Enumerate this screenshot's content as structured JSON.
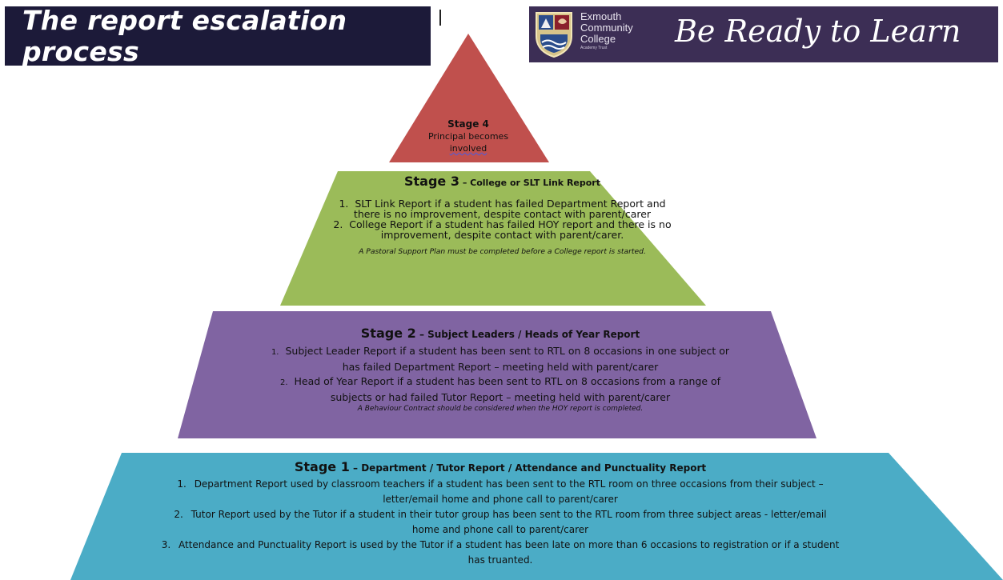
{
  "header": {
    "title": "The report escalation process",
    "school_lines": [
      "Exmouth",
      "Community",
      "College"
    ],
    "school_trust": "Academy Trust",
    "slogan": "Be Ready to Learn"
  },
  "colors": {
    "title_bg": "#1c1a39",
    "banner_bg": "#3c2e55",
    "stage4": "#c0504d",
    "stage3": "#9bbb59",
    "stage2": "#8064a2",
    "stage1": "#4bacc6"
  },
  "stage4": {
    "heading": "Stage 4",
    "line1": "Principal becomes",
    "line2": "involved"
  },
  "stage3": {
    "heading": "Stage 3",
    "subheading": " – College or SLT Link Report",
    "items": [
      {
        "num": "1.",
        "text": "SLT Link Report if a student has failed Department Report and there is no improvement, despite contact with parent/carer"
      },
      {
        "num": "2.",
        "text": "College Report if a student has failed HOY report and there is no improvement, despite contact with parent/carer."
      }
    ],
    "note": "A Pastoral Support Plan must be completed before a College report is started."
  },
  "stage2": {
    "heading": "Stage 2",
    "subheading": " – Subject Leaders / Heads of Year Report",
    "items": [
      {
        "num": "1.",
        "text": "Subject Leader Report if a student has been sent to RTL on 8 occasions in one subject or has failed Department Report – meeting held with parent/carer"
      },
      {
        "num": "2.",
        "text": "Head of Year Report if a student has been sent to RTL on 8 occasions from a range of subjects or had failed Tutor Report – meeting held with parent/carer"
      }
    ],
    "note": "A Behaviour Contract should be considered when the HOY report is completed."
  },
  "stage1": {
    "heading": "Stage 1",
    "subheading": " – Department / Tutor Report / Attendance and Punctuality Report",
    "items": [
      {
        "num": "1.",
        "text": "Department Report used by classroom teachers if a student has been sent to the RTL room on three occasions from their subject – letter/email home and phone call to parent/carer"
      },
      {
        "num": "2.",
        "text": "Tutor Report used by the Tutor if a student in their tutor group has been sent to the RTL room from three subject areas - letter/email home and phone call to parent/carer"
      },
      {
        "num": "3.",
        "text": "Attendance and Punctuality Report is used by the Tutor if a student has been late on more than 6 occasions to registration or if a student has truanted."
      }
    ]
  }
}
